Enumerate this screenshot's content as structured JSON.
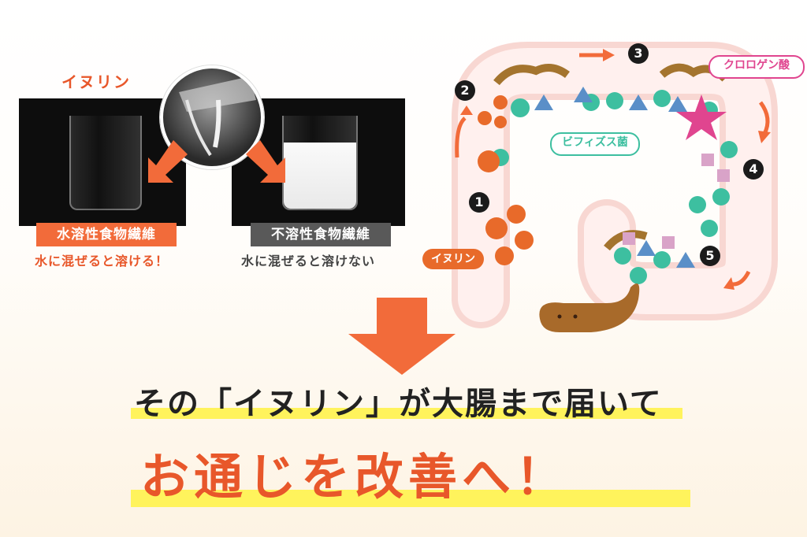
{
  "left_panel": {
    "title": "イヌリン",
    "soluble": {
      "label": "水溶性食物繊維",
      "caption": "水に混ぜると溶ける！"
    },
    "insoluble": {
      "label": "不溶性食物繊維",
      "caption": "水に混ぜると溶けない"
    }
  },
  "diagram": {
    "steps": [
      "1",
      "2",
      "3",
      "4",
      "5"
    ],
    "tags": {
      "inulin": "イヌリン",
      "bifidobacteria": "ビフィズス菌",
      "chlorogenic_acid": "クロロゲン酸"
    }
  },
  "headline": {
    "line1": "その「イヌリン」が大腸まで届いて",
    "line2": "お通じを改善へ！"
  },
  "colors": {
    "accent": "#e8572a",
    "orange_arrow": "#f26b3a",
    "gray_label": "#595959",
    "teal": "#3dbfa0",
    "magenta": "#e0458f",
    "highlight": "#fff35c"
  }
}
